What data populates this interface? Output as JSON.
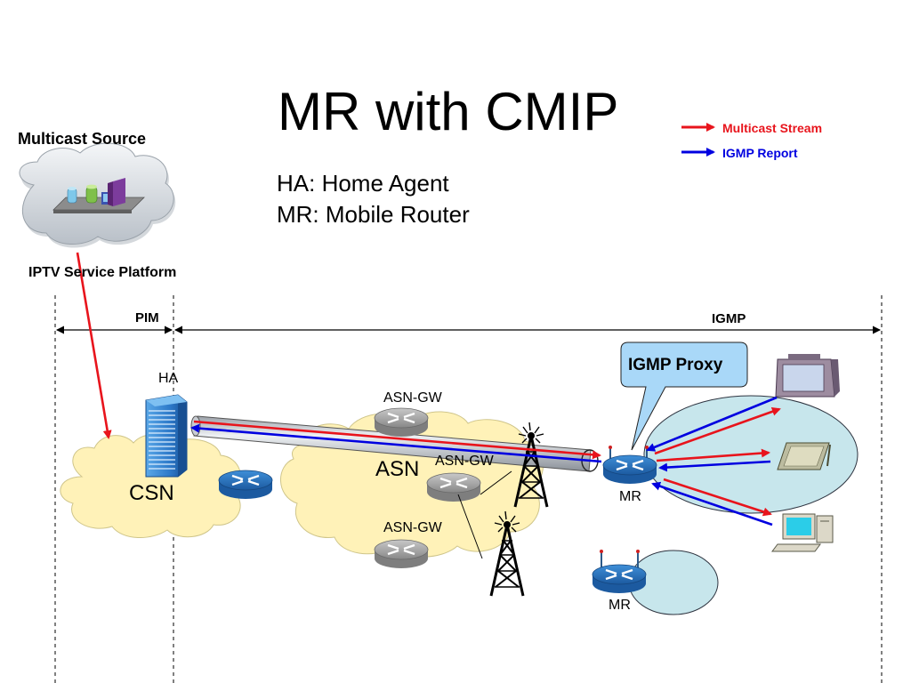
{
  "title": "MR with CMIP",
  "definitions": [
    "HA: Home Agent",
    "MR: Mobile Router"
  ],
  "legend": {
    "multicast": {
      "label": "Multicast Stream",
      "color": "#e8141c"
    },
    "igmp": {
      "label": "IGMP Report",
      "color": "#0000e0"
    }
  },
  "labels": {
    "multicast_source": "Multicast Source",
    "iptv_platform": "IPTV Service Platform",
    "pim": "PIM",
    "igmp": "IGMP",
    "igmp_proxy": "IGMP Proxy",
    "ha": "HA",
    "csn": "CSN",
    "asn": "ASN",
    "asn_gw_top": "ASN-GW",
    "asn_gw_mid": "ASN-GW",
    "asn_gw_bottom": "ASN-GW",
    "mr_main": "MR",
    "mr_second": "MR"
  },
  "icons": {
    "source_cloud": "cloud-icon",
    "servers": "server-rack-icon",
    "ha_server": "server-tower-icon",
    "router": "router-icon",
    "tower": "radio-tower-icon",
    "tv": "tv-icon",
    "pda": "pda-icon",
    "pc": "desktop-pc-icon"
  }
}
